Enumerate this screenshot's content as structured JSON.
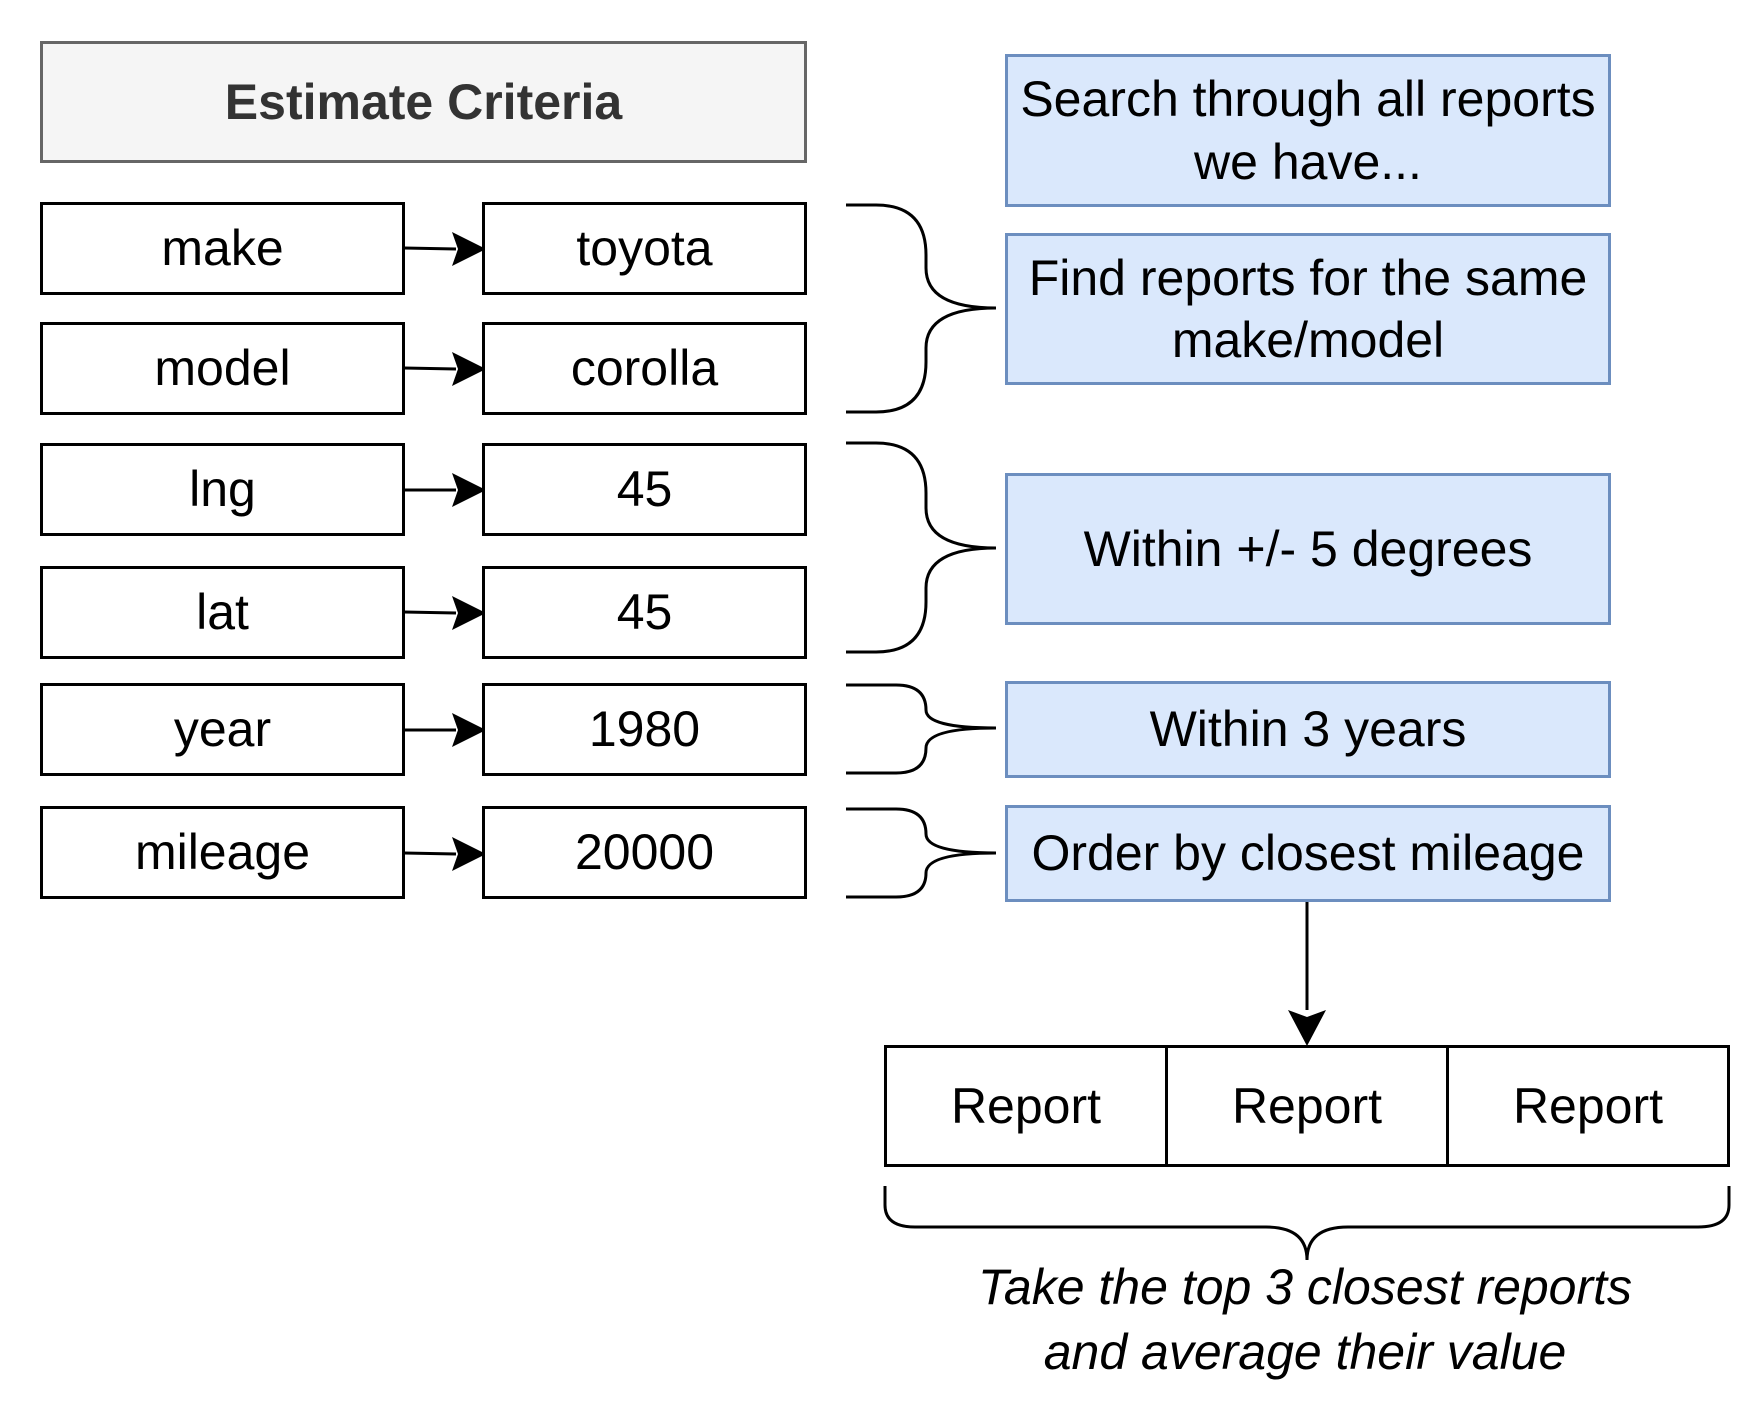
{
  "title": "Estimate Criteria",
  "criteria": [
    {
      "key": "make",
      "value": "toyota"
    },
    {
      "key": "model",
      "value": "corolla"
    },
    {
      "key": "lng",
      "value": "45"
    },
    {
      "key": "lat",
      "value": "45"
    },
    {
      "key": "year",
      "value": "1980"
    },
    {
      "key": "mileage",
      "value": "20000"
    }
  ],
  "steps": {
    "search": "Search through all reports we have...",
    "make_model": "Find reports for the same make/model",
    "degrees": "Within +/- 5 degrees",
    "years": "Within 3 years",
    "mileage": "Order by closest mileage"
  },
  "reports": [
    "Report",
    "Report",
    "Report"
  ],
  "footnote": {
    "line1": "Take the top 3 closest reports",
    "line2": "and average their value"
  }
}
